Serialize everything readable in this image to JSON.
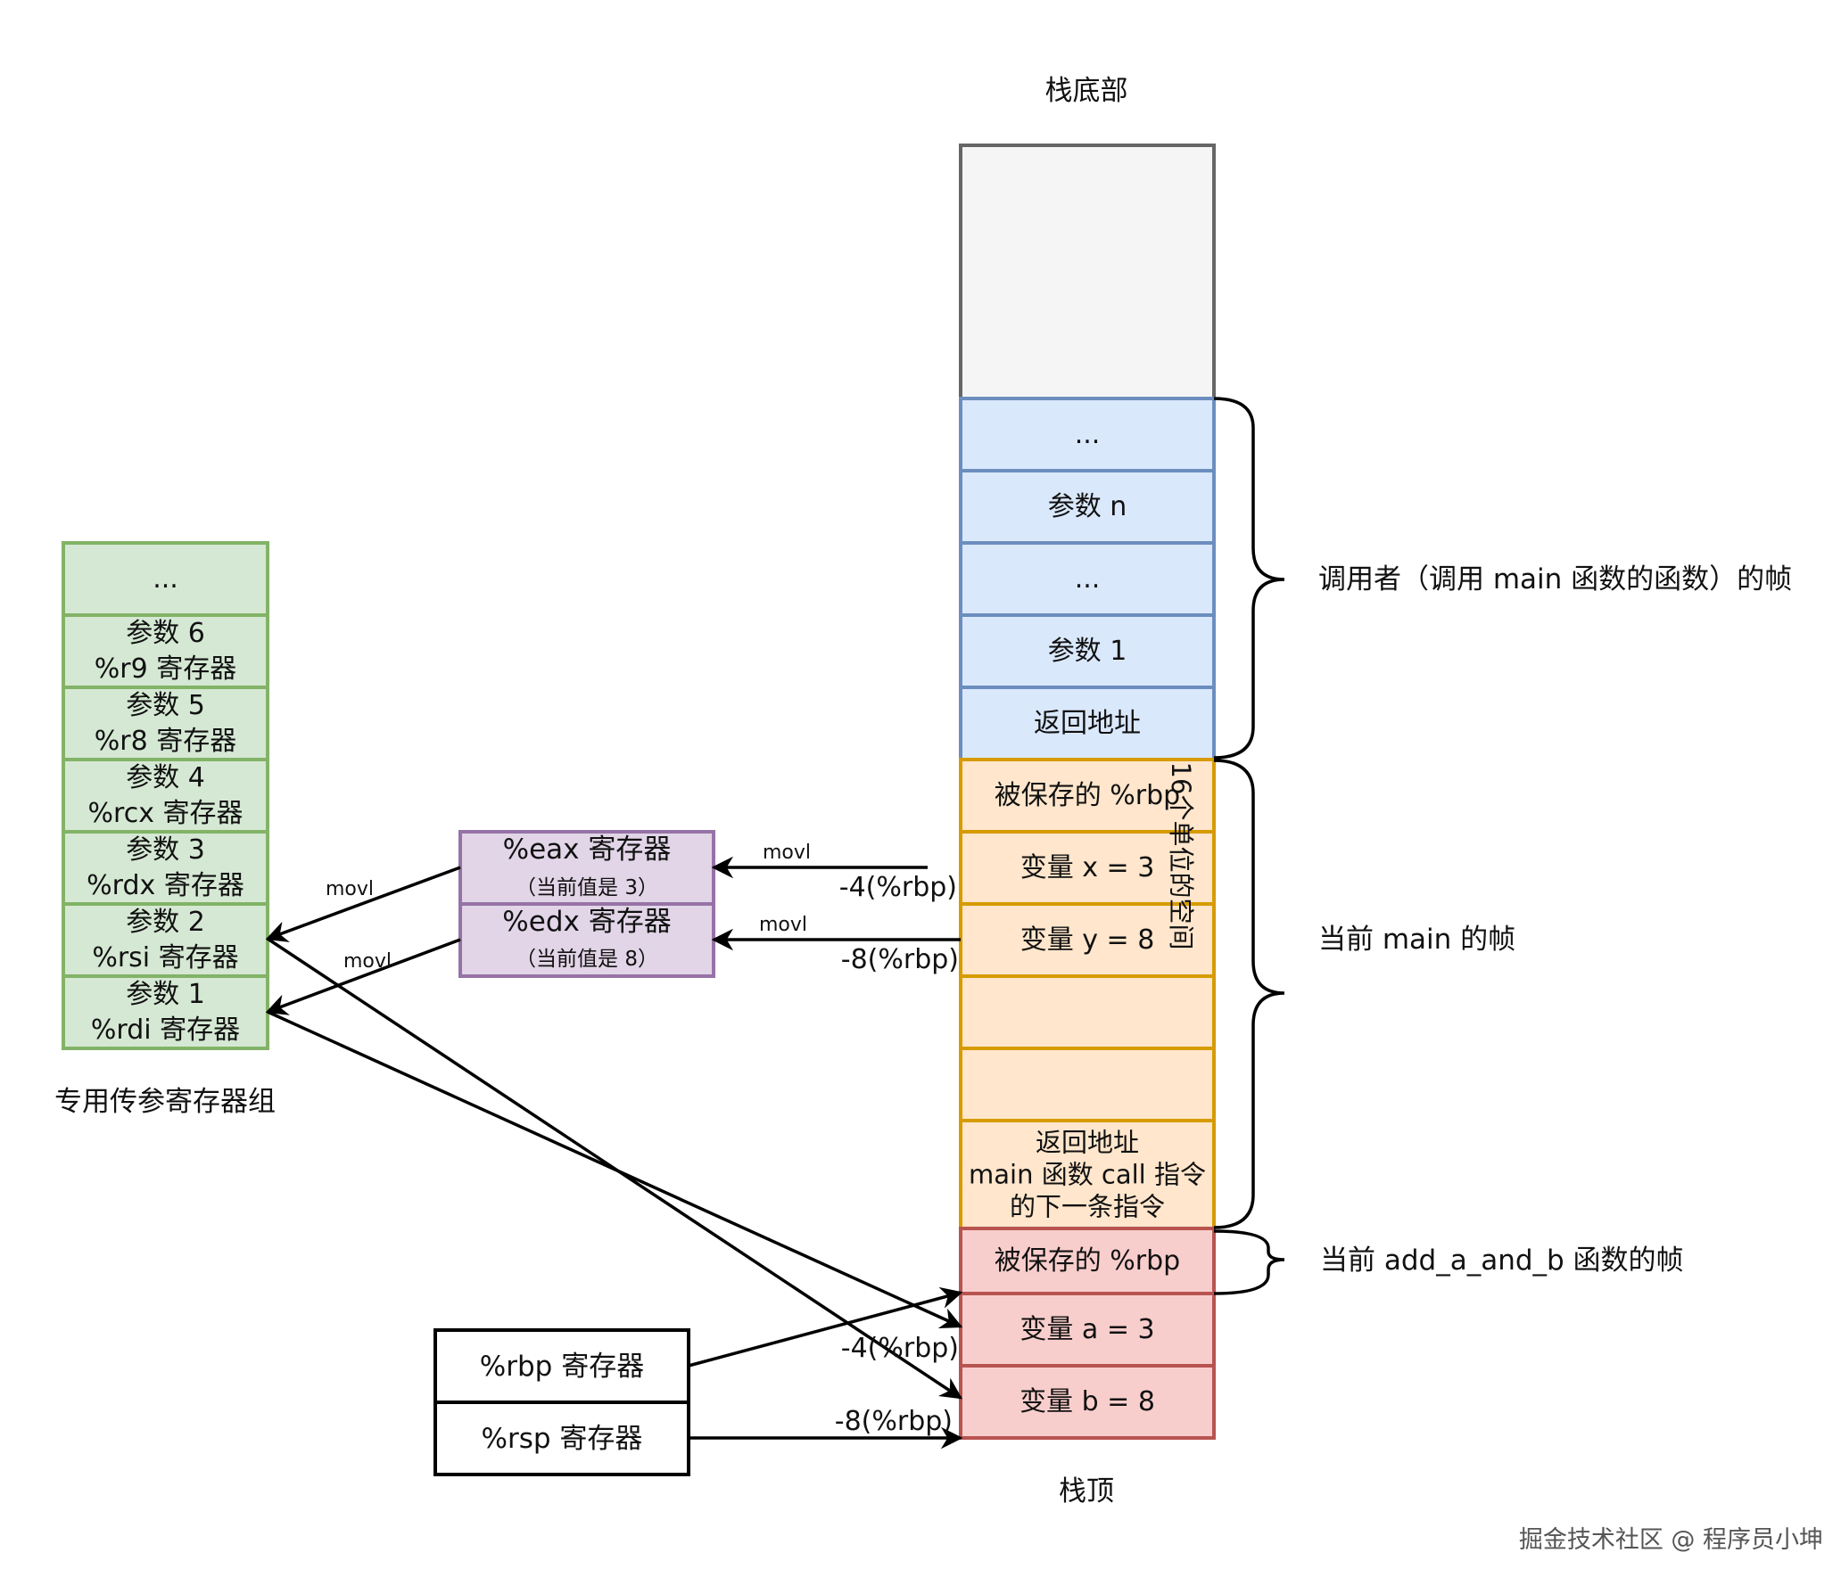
{
  "stack": {
    "bottom_label": "栈底部",
    "top_label": "栈顶",
    "caller_frame_cells": [
      "...",
      "参数 n",
      "...",
      "参数 1",
      "返回地址"
    ],
    "main_frame_cells": [
      "被保存的 %rbp",
      "变量 x = 3",
      "变量 y = 8",
      "",
      "",
      "返回地址\nmain 函数 call 指令\n的下一条指令"
    ],
    "add_frame_cells": [
      "被保存的 %rbp",
      "变量 a = 3",
      "变量 b = 8"
    ],
    "space_note": "16个单位的空间"
  },
  "braces": {
    "caller": "调用者（调用 main 函数的函数）的帧",
    "main": "当前 main 的帧",
    "add": "当前 add_a_and_b 函数的帧"
  },
  "param_registers": {
    "caption": "专用传参寄存器组",
    "cells": [
      "...",
      "参数 6\n%r9 寄存器",
      "参数 5\n%r8 寄存器",
      "参数 4\n%rcx 寄存器",
      "参数 3\n%rdx 寄存器",
      "参数 2\n%rsi 寄存器",
      "参数 1\n%rdi 寄存器"
    ]
  },
  "temp_registers": [
    {
      "name": "%eax 寄存器",
      "note": "（当前值是 3）"
    },
    {
      "name": "%edx 寄存器",
      "note": "（当前值是 8）"
    }
  ],
  "pointer_registers": [
    "%rbp 寄存器",
    "%rsp 寄存器"
  ],
  "arrow_labels": {
    "movl_eax": "movl",
    "movl_edx": "movl",
    "movl_rsi": "movl",
    "movl_rdi": "movl",
    "main_off_x": "-4(%rbp)",
    "main_off_y": "-8(%rbp)",
    "add_off_a": "-4(%rbp)",
    "add_off_b": "-8(%rbp)"
  },
  "watermark": "掘金技术社区 @ 程序员小坤",
  "colors": {
    "grey_fill": "#f5f5f5",
    "grey_stroke": "#666666",
    "blue_fill": "#dae8fc",
    "blue_stroke": "#6c8ebf",
    "orange_fill": "#ffe6cc",
    "orange_stroke": "#d79b00",
    "red_fill": "#f8cecc",
    "red_stroke": "#b85450",
    "green_fill": "#d5e8d4",
    "green_stroke": "#82b366",
    "purple_fill": "#e1d5e7",
    "purple_stroke": "#9673a6"
  }
}
